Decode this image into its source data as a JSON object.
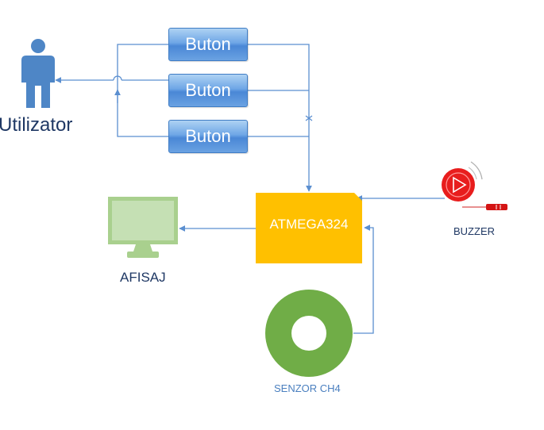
{
  "user": {
    "label": "Utilizator",
    "icon": "person-icon"
  },
  "buttons": [
    {
      "label": "Buton"
    },
    {
      "label": "Buton"
    },
    {
      "label": "Buton"
    }
  ],
  "mcu": {
    "label": "ATMEGA324"
  },
  "display": {
    "label": "AFISAJ",
    "icon": "monitor-icon"
  },
  "buzzer": {
    "label": "BUZZER",
    "icon": "speaker-icon"
  },
  "sensor": {
    "label": "SENZOR CH4",
    "icon": "ring-sensor-icon"
  },
  "colors": {
    "connector": "#5b8fd0",
    "user_body": "#4e86c6",
    "chip": "#ffc000",
    "monitor": "#a9d08e",
    "sensor": "#70ad47",
    "buzzer": "#ee1c1c",
    "label_dark": "#1f3864",
    "sensor_label": "#4a7fbf"
  }
}
